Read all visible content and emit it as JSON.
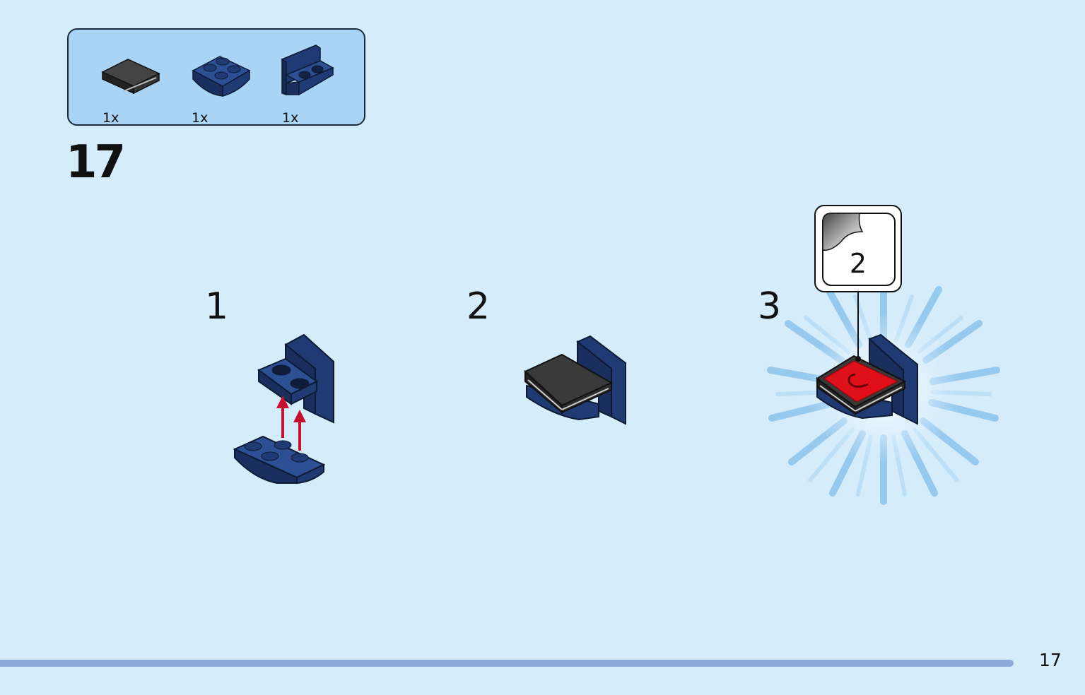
{
  "parts_list": {
    "items": [
      {
        "quantity": "1x",
        "icon": "tile-2x2-black-icon",
        "color": "#2c2c2c"
      },
      {
        "quantity": "1x",
        "icon": "inverted-slope-plate-blue-icon",
        "color": "#203a73"
      },
      {
        "quantity": "1x",
        "icon": "bracket-plate-blue-icon",
        "color": "#203a73"
      }
    ]
  },
  "step": {
    "number": "17",
    "sub_steps": [
      "1",
      "2",
      "3"
    ]
  },
  "sticker": {
    "number": "2",
    "icon": "sticker-sheet-icon",
    "color": "#e0101a"
  },
  "page": {
    "number": "17"
  },
  "colors": {
    "background": "#d5ecfb",
    "parts_box": "#a9d4f5",
    "brick_blue": "#203a73",
    "arrow_red": "#c8102e",
    "footer_bar": "#8cabdc"
  }
}
